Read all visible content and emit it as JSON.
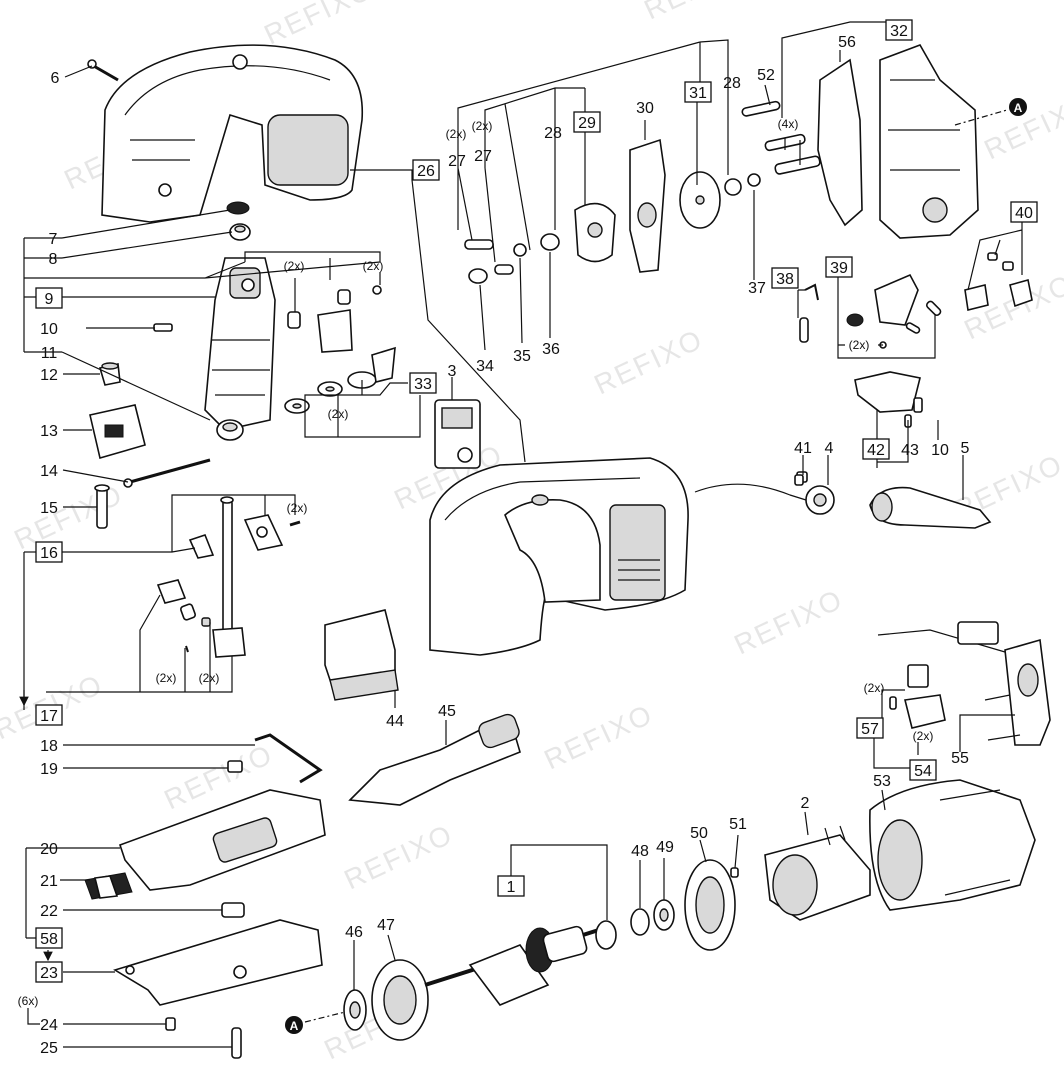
{
  "watermark": "REFIXO",
  "anchor_marker": "A",
  "labels": {
    "p1": "1",
    "p2": "2",
    "p3": "3",
    "p4": "4",
    "p5": "5",
    "p6": "6",
    "p7": "7",
    "p8": "8",
    "p9": "9",
    "p10a": "10",
    "p10b": "10",
    "p11": "11",
    "p12": "12",
    "p13": "13",
    "p14": "14",
    "p15": "15",
    "p16": "16",
    "p17": "17",
    "p18": "18",
    "p19": "19",
    "p20": "20",
    "p21": "21",
    "p22": "22",
    "p23": "23",
    "p24": "24",
    "p25": "25",
    "p26": "26",
    "p27a": "27",
    "p27b": "27",
    "p28a": "28",
    "p28b": "28",
    "p29": "29",
    "p30": "30",
    "p31": "31",
    "p32": "32",
    "p33": "33",
    "p34": "34",
    "p35": "35",
    "p36": "36",
    "p37": "37",
    "p38": "38",
    "p39": "39",
    "p40": "40",
    "p41": "41",
    "p42": "42",
    "p43": "43",
    "p44": "44",
    "p45": "45",
    "p46": "46",
    "p47": "47",
    "p48": "48",
    "p49": "49",
    "p50": "50",
    "p51": "51",
    "p52": "52",
    "p53": "53",
    "p54": "54",
    "p55": "55",
    "p56": "56",
    "p57": "57",
    "p58": "58"
  },
  "qty": {
    "q2x_27a": "(2x)",
    "q2x_27b": "(2x)",
    "q4x": "(4x)",
    "q2x_9a": "(2x)",
    "q2x_9b": "(2x)",
    "q2x_33": "(2x)",
    "q2x_16": "(2x)",
    "q2x_17a": "(2x)",
    "q2x_17b": "(2x)",
    "q2x_39": "(2x)",
    "q2x_57": "(2x)",
    "q2x_54": "(2x)",
    "q6x": "(6x)"
  }
}
